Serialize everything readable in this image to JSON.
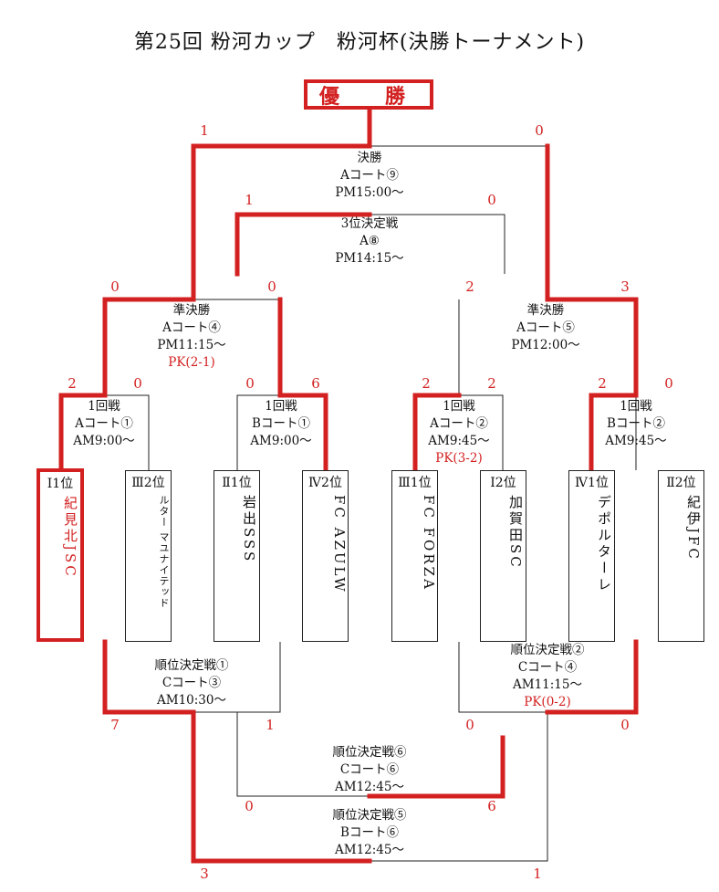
{
  "title": "第25回 粉河カップ　粉河杯(決勝トーナメント)",
  "champion_label": "優　勝",
  "teams": [
    {
      "tag": "Ⅰ1位",
      "name": "紀見北JSC",
      "winner": true
    },
    {
      "tag": "Ⅲ2位",
      "name": "ルター マユナイテッド",
      "winner": false
    },
    {
      "tag": "Ⅱ1位",
      "name": "岩出SSS",
      "winner": false
    },
    {
      "tag": "Ⅳ2位",
      "name": "FC AZULW",
      "winner": true
    },
    {
      "tag": "Ⅲ1位",
      "name": "FC FORZA",
      "winner": true
    },
    {
      "tag": "Ⅰ2位",
      "name": "加賀田SC",
      "winner": false
    },
    {
      "tag": "Ⅳ1位",
      "name": "デポルターレ",
      "winner": true
    },
    {
      "tag": "Ⅱ2位",
      "name": "紀伊JFC",
      "winner": false
    }
  ],
  "matches": {
    "r1_1": {
      "lines": [
        "1回戦",
        "Aコート①",
        "AM9:00〜"
      ],
      "scores": [
        "2",
        "0"
      ],
      "pk": ""
    },
    "r1_2": {
      "lines": [
        "1回戦",
        "Bコート①",
        "AM9:00〜"
      ],
      "scores": [
        "0",
        "6"
      ],
      "pk": ""
    },
    "r1_3": {
      "lines": [
        "1回戦",
        "Aコート②",
        "AM9:45〜"
      ],
      "scores": [
        "2",
        "2"
      ],
      "pk": "PK(3-2)"
    },
    "r1_4": {
      "lines": [
        "1回戦",
        "Bコート②",
        "AM9:45〜"
      ],
      "scores": [
        "2",
        "0"
      ],
      "pk": ""
    },
    "sf_1": {
      "lines": [
        "準決勝",
        "Aコート④",
        "PM11:15〜"
      ],
      "scores": [
        "0",
        "0"
      ],
      "pk": "PK(2-1)"
    },
    "sf_2": {
      "lines": [
        "準決勝",
        "Aコート⑤",
        "PM12:00〜"
      ],
      "scores": [
        "2",
        "3"
      ],
      "pk": ""
    },
    "final": {
      "lines": [
        "決勝",
        "Aコート⑨",
        "PM15:00〜"
      ],
      "scores": [
        "1",
        "0"
      ],
      "pk": ""
    },
    "third": {
      "lines": [
        "3位決定戦",
        "A⑧",
        "PM14:15〜"
      ],
      "scores": [
        "1",
        "0"
      ],
      "pk": ""
    },
    "pl_1": {
      "lines": [
        "順位決定戦①",
        "Cコート③",
        "AM10:30〜"
      ],
      "scores": [
        "7",
        "1"
      ],
      "pk": ""
    },
    "pl_2": {
      "lines": [
        "順位決定戦②",
        "Cコート④",
        "AM11:15〜"
      ],
      "scores": [
        "0",
        "0"
      ],
      "pk": "PK(0-2)"
    },
    "pl_6": {
      "lines": [
        "順位決定戦⑥",
        "Cコート⑥",
        "AM12:45〜"
      ],
      "scores": [
        "0",
        "6"
      ],
      "pk": ""
    },
    "pl_5": {
      "lines": [
        "順位決定戦⑤",
        "Bコート⑥",
        "AM12:45〜"
      ],
      "scores": [
        "3",
        "1"
      ],
      "pk": ""
    }
  },
  "colors": {
    "winner_line": "#d32020",
    "line": "#222222"
  }
}
